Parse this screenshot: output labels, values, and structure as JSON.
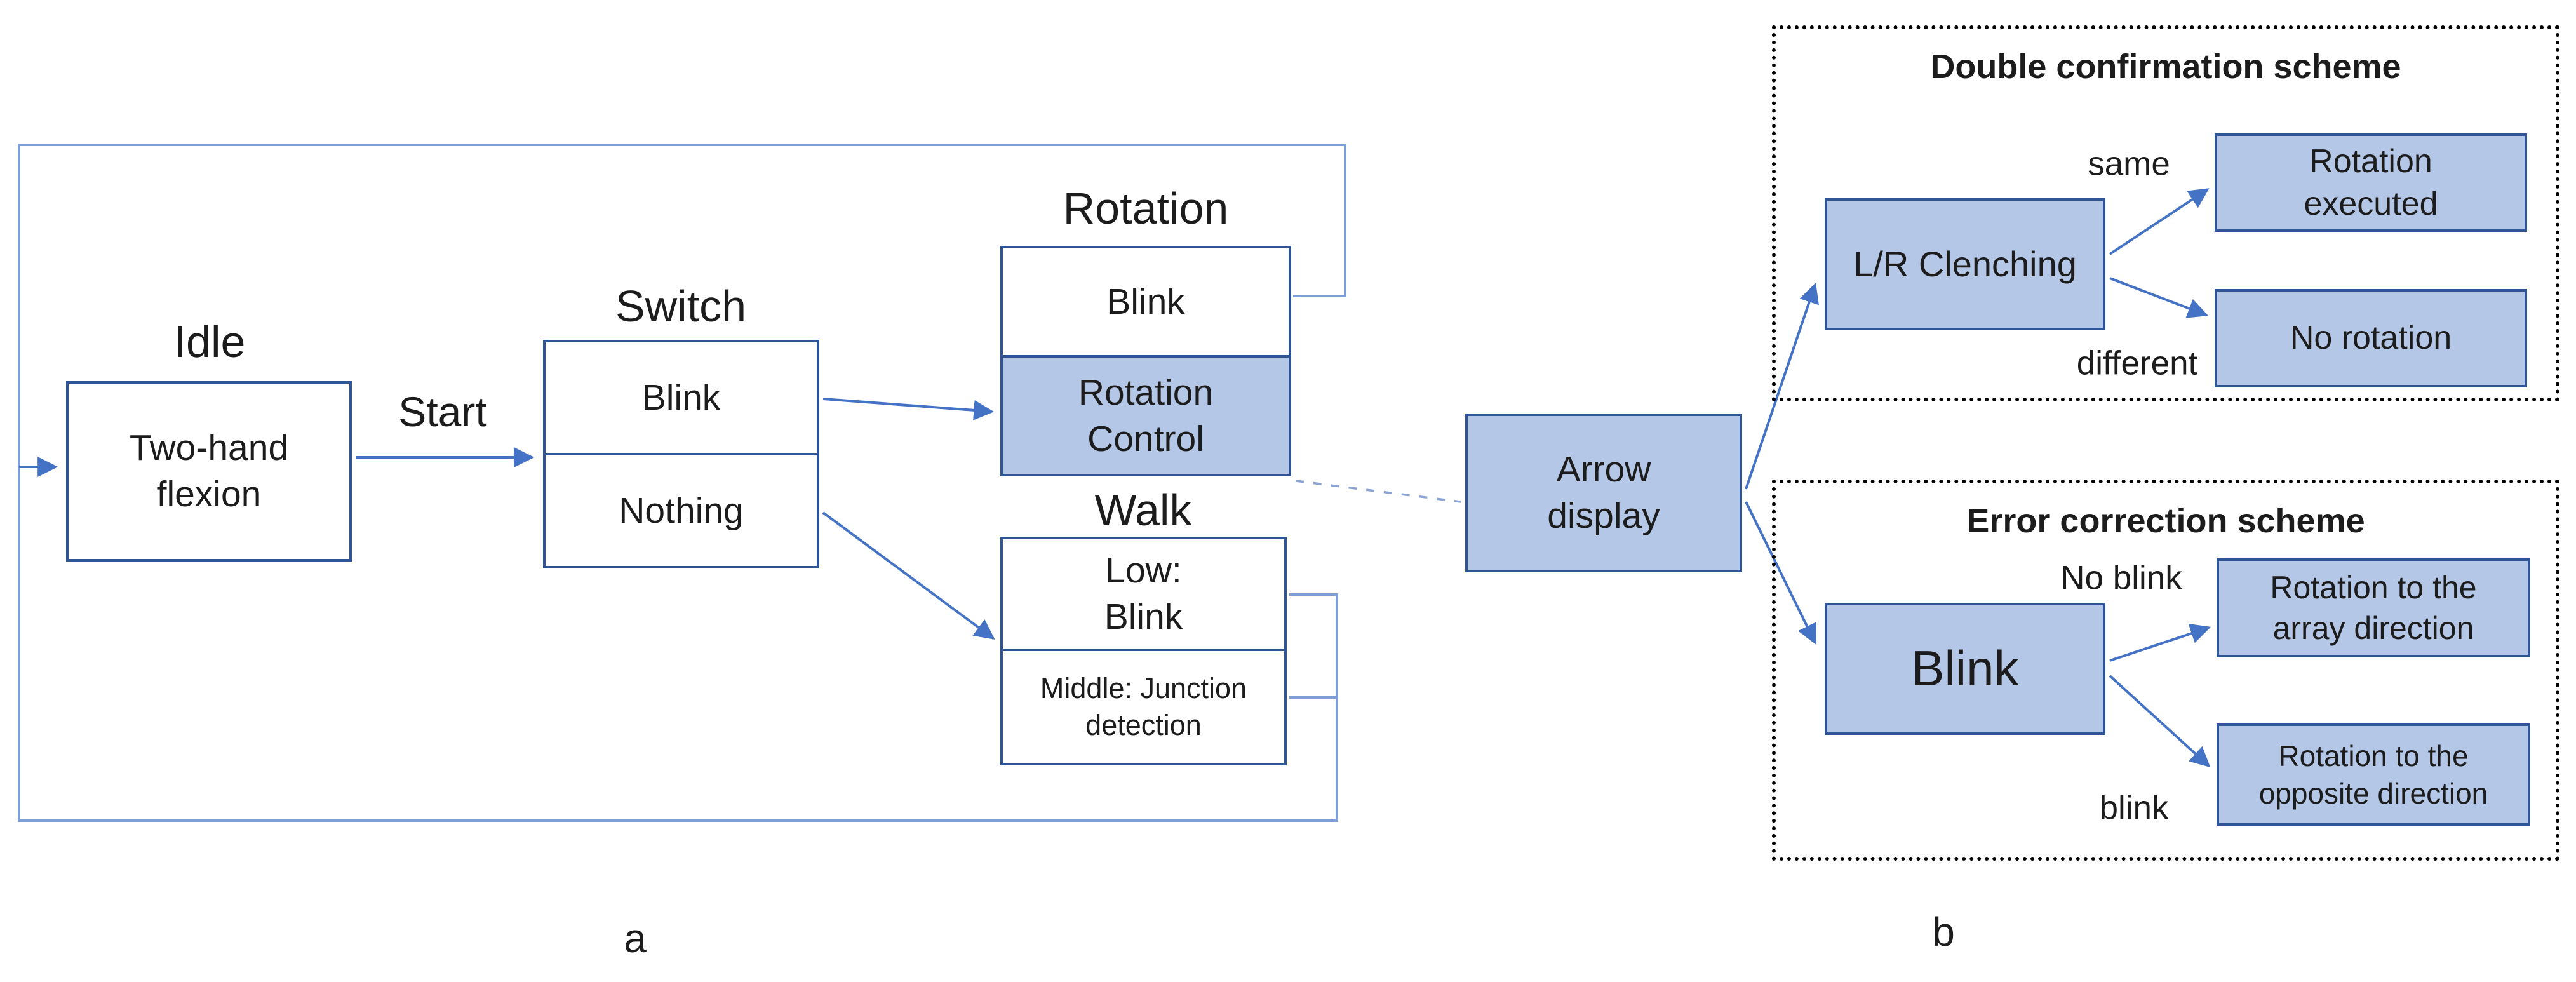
{
  "colors": {
    "box_fill": "#b4c7e7",
    "box_border": "#2f5597",
    "arrow_blue": "#4472c4",
    "loop_blue": "#7d9fd6",
    "dashed_connector": "#8aa3d4",
    "dotted_frame": "#000000",
    "text": "#1c1c1c"
  },
  "panel_a": {
    "caption": "a",
    "idle_title": "Idle",
    "idle_text": "Two-hand\nflexion",
    "start_label": "Start",
    "switch_title": "Switch",
    "switch_rows": [
      "Blink",
      "Nothing"
    ],
    "rotation_title": "Rotation",
    "rotation_rows": [
      "Blink",
      "Rotation\nControl"
    ],
    "walk_title": "Walk",
    "walk_rows": [
      "Low:\nBlink",
      "Middle: Junction\ndetection"
    ]
  },
  "arrow_display_text": "Arrow\ndisplay",
  "panel_b": {
    "caption": "b",
    "double_confirmation": {
      "title": "Double confirmation scheme",
      "input_box": "L/R Clenching",
      "labels": {
        "same": "same",
        "different": "different"
      },
      "outcome_same": "Rotation\nexecuted",
      "outcome_different": "No rotation"
    },
    "error_correction": {
      "title": "Error correction scheme",
      "input_box": "Blink",
      "labels": {
        "no_blink": "No blink",
        "blink": "blink"
      },
      "outcome_no_blink": "Rotation to the\narray direction",
      "outcome_blink": "Rotation to the\nopposite direction"
    }
  }
}
